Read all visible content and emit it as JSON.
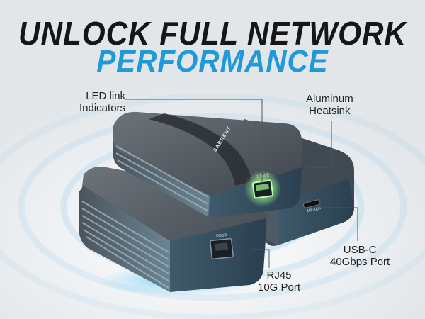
{
  "headline": {
    "line1": "UNLOCK FULL NETWORK",
    "line2": "PERFORMANCE"
  },
  "callouts": {
    "led": [
      "LED link",
      "Indicators"
    ],
    "heatsink": [
      "Aluminum",
      "Heatsink"
    ],
    "usbc": [
      "USB-C",
      "40Gbps Port"
    ],
    "rj45": [
      "RJ45",
      "10G Port"
    ]
  },
  "device_labels": {
    "brand": "SABRENT",
    "port_10g": "10GbE",
    "port_40g": "40Gbps"
  },
  "colors": {
    "accent": "#1e9ad8",
    "ripple": "#7ec3e8",
    "led": "#9bf08a"
  }
}
